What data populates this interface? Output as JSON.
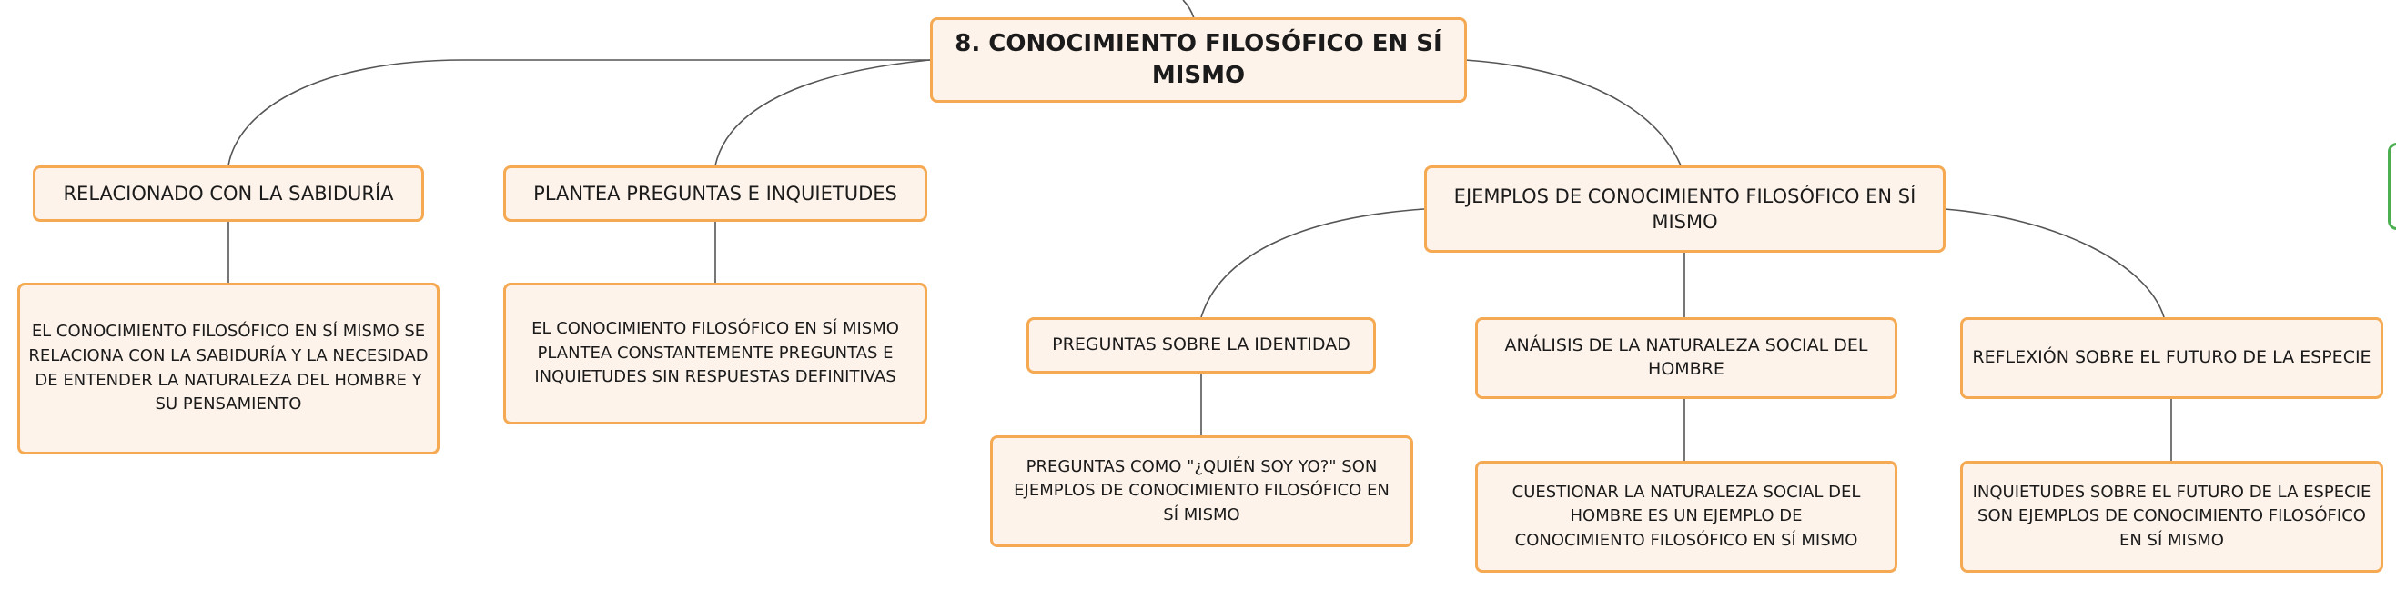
{
  "diagram": {
    "type": "mind-map",
    "colors": {
      "node_fill": "#fdf3ea",
      "node_border": "#f5a952",
      "link": "#555555",
      "side_tab_border": "#4caf50"
    },
    "root": {
      "label": "8. CONOCIMIENTO FILOSÓFICO EN SÍ MISMO"
    },
    "topics": {
      "sabiduria": {
        "label": "RELACIONADO CON LA SABIDURÍA"
      },
      "preguntas": {
        "label": "PLANTEA PREGUNTAS E INQUIETUDES"
      },
      "ejemplos": {
        "label": "EJEMPLOS DE CONOCIMIENTO FILOSÓFICO EN SÍ MISMO"
      }
    },
    "subtopics": {
      "identidad": {
        "label": "PREGUNTAS SOBRE LA IDENTIDAD"
      },
      "social": {
        "label": "ANÁLISIS DE LA NATURALEZA SOCIAL DEL HOMBRE"
      },
      "futuro": {
        "label": "REFLEXIÓN SOBRE EL FUTURO DE LA ESPECIE"
      }
    },
    "details": {
      "sabiduria": {
        "label": "EL CONOCIMIENTO FILOSÓFICO EN SÍ MISMO SE RELACIONA CON LA SABIDURÍA Y LA NECESIDAD DE ENTENDER LA NATURALEZA DEL HOMBRE Y SU PENSAMIENTO"
      },
      "preguntas": {
        "label": "EL CONOCIMIENTO FILOSÓFICO EN SÍ MISMO PLANTEA CONSTANTEMENTE PREGUNTAS E INQUIETUDES SIN RESPUESTAS DEFINITIVAS"
      },
      "identidad": {
        "label": "PREGUNTAS COMO \"¿QUIÉN SOY YO?\" SON EJEMPLOS DE CONOCIMIENTO FILOSÓFICO EN SÍ MISMO"
      },
      "social": {
        "label": "CUESTIONAR LA NATURALEZA SOCIAL DEL HOMBRE ES UN EJEMPLO DE CONOCIMIENTO FILOSÓFICO EN SÍ MISMO"
      },
      "futuro": {
        "label": "INQUIETUDES SOBRE EL FUTURO DE LA ESPECIE SON EJEMPLOS DE CONOCIMIENTO FILOSÓFICO EN SÍ MISMO"
      }
    }
  }
}
